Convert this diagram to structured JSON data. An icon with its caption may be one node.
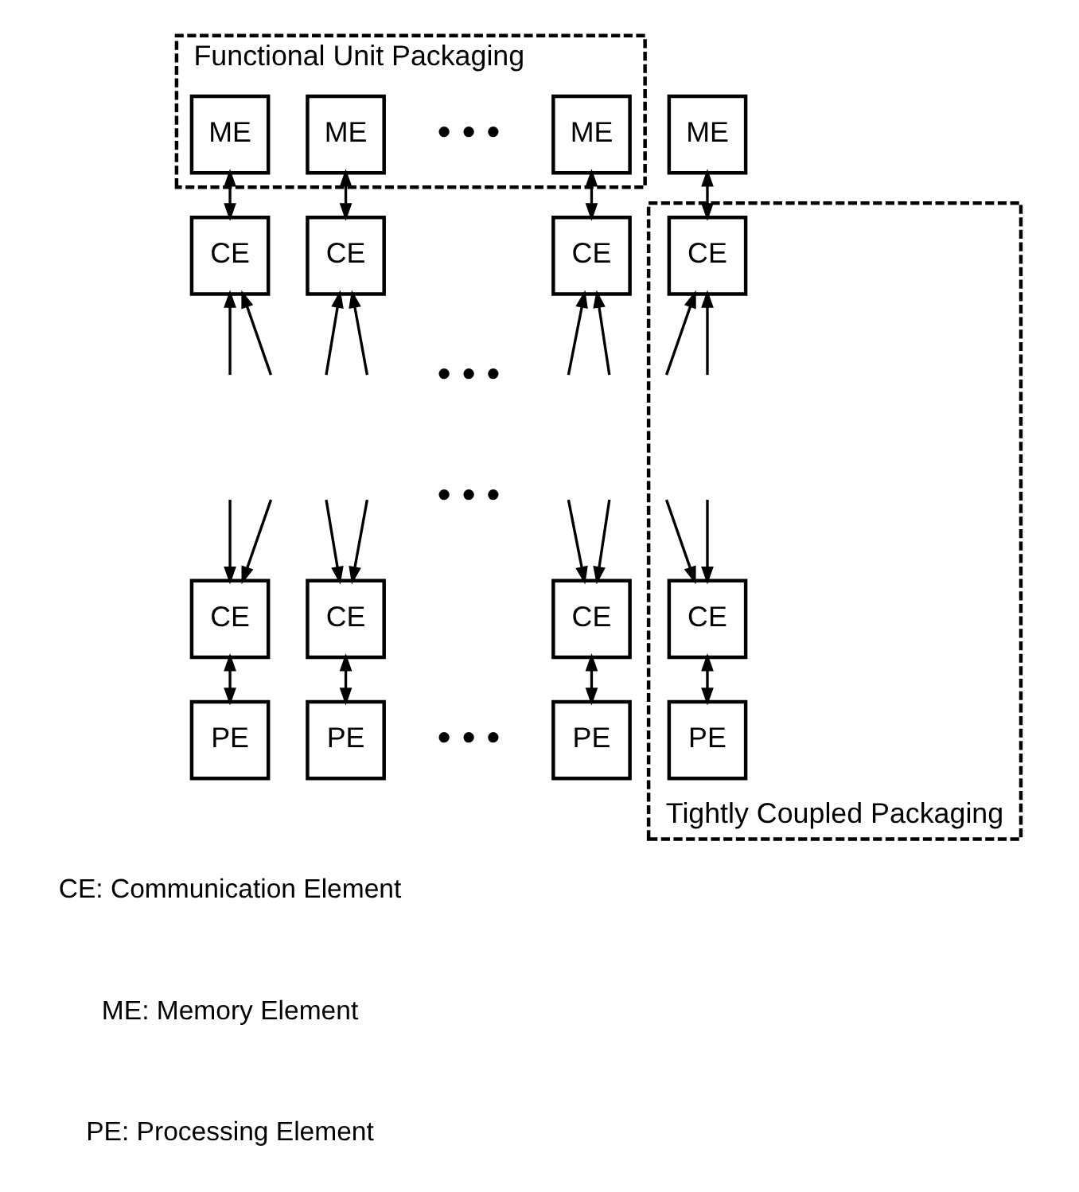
{
  "diagram": {
    "nodes": [
      {
        "text": [
          "Functional Unit Packaging"
        ]
      },
      {
        "text": [
          "Tightly Coupled Packaging"
        ]
      },
      {
        "text": [
          "ME"
        ],
        "in": 0
      },
      {
        "text": [
          "ME"
        ],
        "in": 0
      },
      {
        "text": [
          "ME"
        ],
        "in": 0
      },
      {
        "text": [
          "ME"
        ]
      },
      {
        "text": [
          "CE"
        ]
      },
      {
        "text": [
          "CE"
        ]
      },
      {
        "text": [
          "CE"
        ]
      },
      {
        "text": [
          "CE"
        ],
        "in": 1
      },
      {
        "text": [
          "CE"
        ]
      },
      {
        "text": [
          "CE"
        ]
      },
      {
        "text": [
          "CE"
        ]
      },
      {
        "text": [
          "CE"
        ],
        "in": 1
      },
      {
        "text": [
          "PE"
        ]
      },
      {
        "text": [
          "PE"
        ]
      },
      {
        "text": [
          "PE"
        ]
      },
      {
        "text": [
          "PE"
        ],
        "in": 1
      }
    ],
    "edges": [
      {
        "from": 2,
        "to": 6,
        "arrow": "both"
      },
      {
        "from": 3,
        "to": 7,
        "arrow": "both"
      },
      {
        "from": 4,
        "to": 8,
        "arrow": "both"
      },
      {
        "from": 5,
        "to": 9,
        "arrow": "both"
      },
      {
        "from": null,
        "to": 6,
        "arrow": "to"
      },
      {
        "from": null,
        "to": 6,
        "arrow": "to"
      },
      {
        "from": null,
        "to": 7,
        "arrow": "to"
      },
      {
        "from": null,
        "to": 7,
        "arrow": "to"
      },
      {
        "from": null,
        "to": 8,
        "arrow": "to"
      },
      {
        "from": null,
        "to": 8,
        "arrow": "to"
      },
      {
        "from": null,
        "to": 9,
        "arrow": "to"
      },
      {
        "from": null,
        "to": 9,
        "arrow": "to"
      },
      {
        "from": null,
        "to": 10,
        "arrow": "to"
      },
      {
        "from": null,
        "to": 10,
        "arrow": "to"
      },
      {
        "from": null,
        "to": 11,
        "arrow": "to"
      },
      {
        "from": null,
        "to": 11,
        "arrow": "to"
      },
      {
        "from": null,
        "to": 12,
        "arrow": "to"
      },
      {
        "from": null,
        "to": 12,
        "arrow": "to"
      },
      {
        "from": null,
        "to": 13,
        "arrow": "to"
      },
      {
        "from": null,
        "to": 13,
        "arrow": "to"
      },
      {
        "from": 10,
        "to": 14,
        "arrow": "both"
      },
      {
        "from": 11,
        "to": 15,
        "arrow": "both"
      },
      {
        "from": 12,
        "to": 16,
        "arrow": "both"
      },
      {
        "from": 13,
        "to": 17,
        "arrow": "both"
      }
    ],
    "labels": [
      "• • •",
      "• • •",
      "• • •",
      "• • •",
      "CE: Communication Element",
      "ME: Memory Element",
      "PE: Processing Element"
    ]
  }
}
